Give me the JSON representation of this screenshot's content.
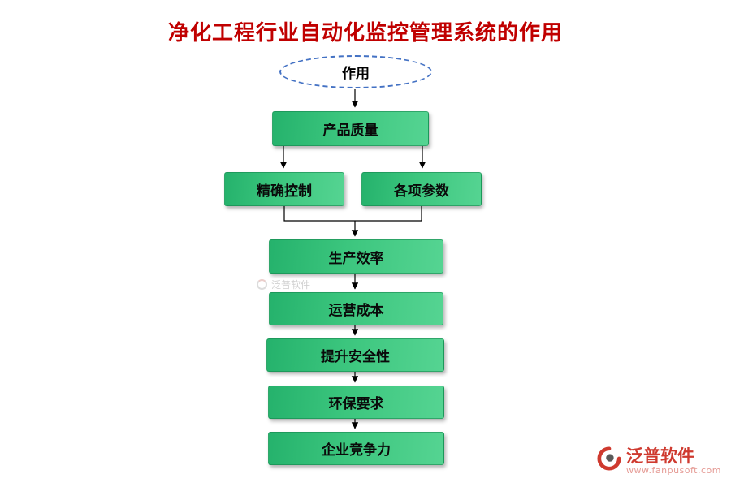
{
  "page": {
    "title": "净化工程行业自动化监控管理系统的作用"
  },
  "diagram": {
    "root": {
      "label": "作用"
    },
    "nodes": [
      {
        "label": "产品质量"
      },
      {
        "label": "精确控制"
      },
      {
        "label": "各项参数"
      },
      {
        "label": "生产效率"
      },
      {
        "label": "运营成本"
      },
      {
        "label": "提升安全性"
      },
      {
        "label": "环保要求"
      },
      {
        "label": "企业竞争力"
      }
    ]
  },
  "watermark": {
    "label": "泛普软件"
  },
  "brand": {
    "name": "泛普软件",
    "website": "www.fanpusoft.com"
  },
  "colors": {
    "title_red": "#c00000",
    "node_green_dark": "#25b26c",
    "node_green_light": "#55d492",
    "ellipse_border_blue": "#4472c4",
    "brand_red": "#cf3a2f",
    "brand_site_pink": "#e59a94",
    "connector_black": "#000000"
  }
}
